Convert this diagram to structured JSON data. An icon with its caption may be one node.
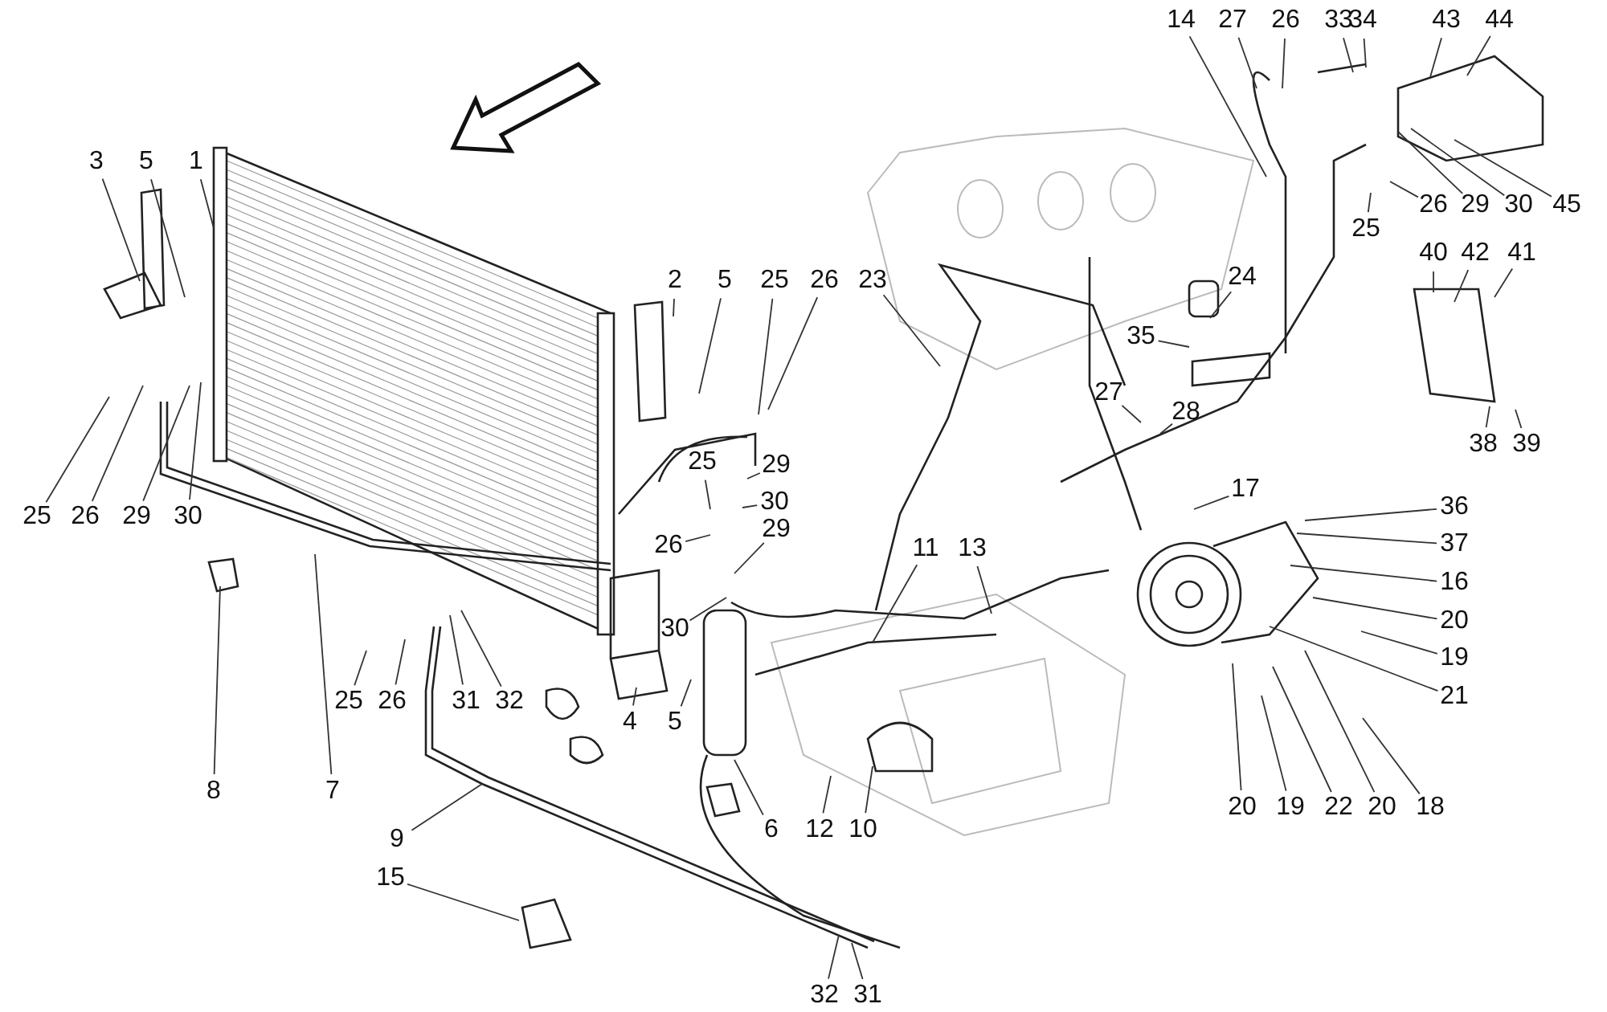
{
  "diagram": {
    "nodes": [
      {
        "text": [
          "14"
        ]
      },
      {
        "text": [
          "27"
        ]
      },
      {
        "text": [
          "26"
        ]
      },
      {
        "text": [
          "33"
        ]
      },
      {
        "text": [
          "34"
        ]
      },
      {
        "text": [
          "43"
        ]
      },
      {
        "text": [
          "44"
        ]
      },
      {
        "text": [
          "3"
        ]
      },
      {
        "text": [
          "5"
        ]
      },
      {
        "text": [
          "1"
        ]
      },
      {
        "text": [
          "26"
        ]
      },
      {
        "text": [
          "29"
        ]
      },
      {
        "text": [
          "30"
        ]
      },
      {
        "text": [
          "45"
        ]
      },
      {
        "text": [
          "25"
        ]
      },
      {
        "text": [
          "40"
        ]
      },
      {
        "text": [
          "42"
        ]
      },
      {
        "text": [
          "41"
        ]
      },
      {
        "text": [
          "2"
        ]
      },
      {
        "text": [
          "5"
        ]
      },
      {
        "text": [
          "25"
        ]
      },
      {
        "text": [
          "26"
        ]
      },
      {
        "text": [
          "23"
        ]
      },
      {
        "text": [
          "24"
        ]
      },
      {
        "text": [
          "35"
        ]
      },
      {
        "text": [
          "27"
        ]
      },
      {
        "text": [
          "28"
        ]
      },
      {
        "text": [
          "38"
        ]
      },
      {
        "text": [
          "39"
        ]
      },
      {
        "text": [
          "25"
        ]
      },
      {
        "text": [
          "29"
        ]
      },
      {
        "text": [
          "17"
        ]
      },
      {
        "text": [
          "30"
        ]
      },
      {
        "text": [
          "36"
        ]
      },
      {
        "text": [
          "25"
        ]
      },
      {
        "text": [
          "26"
        ]
      },
      {
        "text": [
          "29"
        ]
      },
      {
        "text": [
          "30"
        ]
      },
      {
        "text": [
          "29"
        ]
      },
      {
        "text": [
          "37"
        ]
      },
      {
        "text": [
          "26"
        ]
      },
      {
        "text": [
          "11"
        ]
      },
      {
        "text": [
          "13"
        ]
      },
      {
        "text": [
          "16"
        ]
      },
      {
        "text": [
          "20"
        ]
      },
      {
        "text": [
          "30"
        ]
      },
      {
        "text": [
          "19"
        ]
      },
      {
        "text": [
          "21"
        ]
      },
      {
        "text": [
          "25"
        ]
      },
      {
        "text": [
          "26"
        ]
      },
      {
        "text": [
          "31"
        ]
      },
      {
        "text": [
          "32"
        ]
      },
      {
        "text": [
          "4"
        ]
      },
      {
        "text": [
          "5"
        ]
      },
      {
        "text": [
          "8"
        ]
      },
      {
        "text": [
          "7"
        ]
      },
      {
        "text": [
          "20"
        ]
      },
      {
        "text": [
          "19"
        ]
      },
      {
        "text": [
          "22"
        ]
      },
      {
        "text": [
          "20"
        ]
      },
      {
        "text": [
          "18"
        ]
      },
      {
        "text": [
          "6"
        ]
      },
      {
        "text": [
          "12"
        ]
      },
      {
        "text": [
          "10"
        ]
      },
      {
        "text": [
          "9"
        ]
      },
      {
        "text": [
          "15"
        ]
      },
      {
        "text": [
          "32"
        ]
      },
      {
        "text": [
          "31"
        ]
      }
    ],
    "edges": [
      {
        "from": 0,
        "to": null,
        "arrow": "none"
      },
      {
        "from": 1,
        "to": null,
        "arrow": "none"
      },
      {
        "from": 2,
        "to": null,
        "arrow": "none"
      },
      {
        "from": 3,
        "to": null,
        "arrow": "none"
      },
      {
        "from": 4,
        "to": null,
        "arrow": "none"
      },
      {
        "from": 5,
        "to": null,
        "arrow": "none"
      },
      {
        "from": 6,
        "to": null,
        "arrow": "none"
      },
      {
        "from": 7,
        "to": null,
        "arrow": "none"
      },
      {
        "from": 8,
        "to": null,
        "arrow": "none"
      },
      {
        "from": 9,
        "to": null,
        "arrow": "none"
      },
      {
        "from": 10,
        "to": null,
        "arrow": "none"
      },
      {
        "from": 11,
        "to": null,
        "arrow": "none"
      },
      {
        "from": 12,
        "to": null,
        "arrow": "none"
      },
      {
        "from": 13,
        "to": null,
        "arrow": "none"
      },
      {
        "from": 14,
        "to": null,
        "arrow": "none"
      },
      {
        "from": 15,
        "to": null,
        "arrow": "none"
      },
      {
        "from": 16,
        "to": null,
        "arrow": "none"
      },
      {
        "from": 17,
        "to": null,
        "arrow": "none"
      },
      {
        "from": 18,
        "to": null,
        "arrow": "none"
      },
      {
        "from": 19,
        "to": null,
        "arrow": "none"
      },
      {
        "from": 20,
        "to": null,
        "arrow": "none"
      },
      {
        "from": 21,
        "to": null,
        "arrow": "none"
      },
      {
        "from": 22,
        "to": null,
        "arrow": "none"
      },
      {
        "from": 23,
        "to": null,
        "arrow": "none"
      },
      {
        "from": 24,
        "to": null,
        "arrow": "none"
      },
      {
        "from": 25,
        "to": null,
        "arrow": "none"
      },
      {
        "from": 26,
        "to": null,
        "arrow": "none"
      },
      {
        "from": 27,
        "to": null,
        "arrow": "none"
      },
      {
        "from": 28,
        "to": null,
        "arrow": "none"
      },
      {
        "from": 29,
        "to": null,
        "arrow": "none"
      },
      {
        "from": 30,
        "to": null,
        "arrow": "none"
      },
      {
        "from": 31,
        "to": null,
        "arrow": "none"
      },
      {
        "from": 32,
        "to": null,
        "arrow": "none"
      },
      {
        "from": 33,
        "to": null,
        "arrow": "none"
      },
      {
        "from": 34,
        "to": null,
        "arrow": "none"
      },
      {
        "from": 35,
        "to": null,
        "arrow": "none"
      },
      {
        "from": 36,
        "to": null,
        "arrow": "none"
      },
      {
        "from": 37,
        "to": null,
        "arrow": "none"
      },
      {
        "from": 38,
        "to": null,
        "arrow": "none"
      },
      {
        "from": 39,
        "to": null,
        "arrow": "none"
      },
      {
        "from": 40,
        "to": null,
        "arrow": "none"
      },
      {
        "from": 41,
        "to": null,
        "arrow": "none"
      },
      {
        "from": 42,
        "to": null,
        "arrow": "none"
      },
      {
        "from": 43,
        "to": null,
        "arrow": "none"
      },
      {
        "from": 44,
        "to": null,
        "arrow": "none"
      },
      {
        "from": 45,
        "to": null,
        "arrow": "none"
      },
      {
        "from": 46,
        "to": null,
        "arrow": "none"
      },
      {
        "from": 47,
        "to": null,
        "arrow": "none"
      },
      {
        "from": 48,
        "to": null,
        "arrow": "none"
      },
      {
        "from": 49,
        "to": null,
        "arrow": "none"
      },
      {
        "from": 50,
        "to": null,
        "arrow": "none"
      },
      {
        "from": 51,
        "to": null,
        "arrow": "none"
      },
      {
        "from": 52,
        "to": null,
        "arrow": "none"
      },
      {
        "from": 53,
        "to": null,
        "arrow": "none"
      },
      {
        "from": 54,
        "to": null,
        "arrow": "none"
      },
      {
        "from": 55,
        "to": null,
        "arrow": "none"
      },
      {
        "from": 56,
        "to": null,
        "arrow": "none"
      },
      {
        "from": 57,
        "to": null,
        "arrow": "none"
      },
      {
        "from": 58,
        "to": null,
        "arrow": "none"
      },
      {
        "from": 59,
        "to": null,
        "arrow": "none"
      },
      {
        "from": 60,
        "to": null,
        "arrow": "none"
      },
      {
        "from": 61,
        "to": null,
        "arrow": "none"
      },
      {
        "from": 62,
        "to": null,
        "arrow": "none"
      },
      {
        "from": 63,
        "to": null,
        "arrow": "none"
      },
      {
        "from": 64,
        "to": null,
        "arrow": "none"
      },
      {
        "from": 65,
        "to": null,
        "arrow": "none"
      },
      {
        "from": 66,
        "to": null,
        "arrow": "none"
      },
      {
        "from": 67,
        "to": null,
        "arrow": "none"
      }
    ]
  }
}
